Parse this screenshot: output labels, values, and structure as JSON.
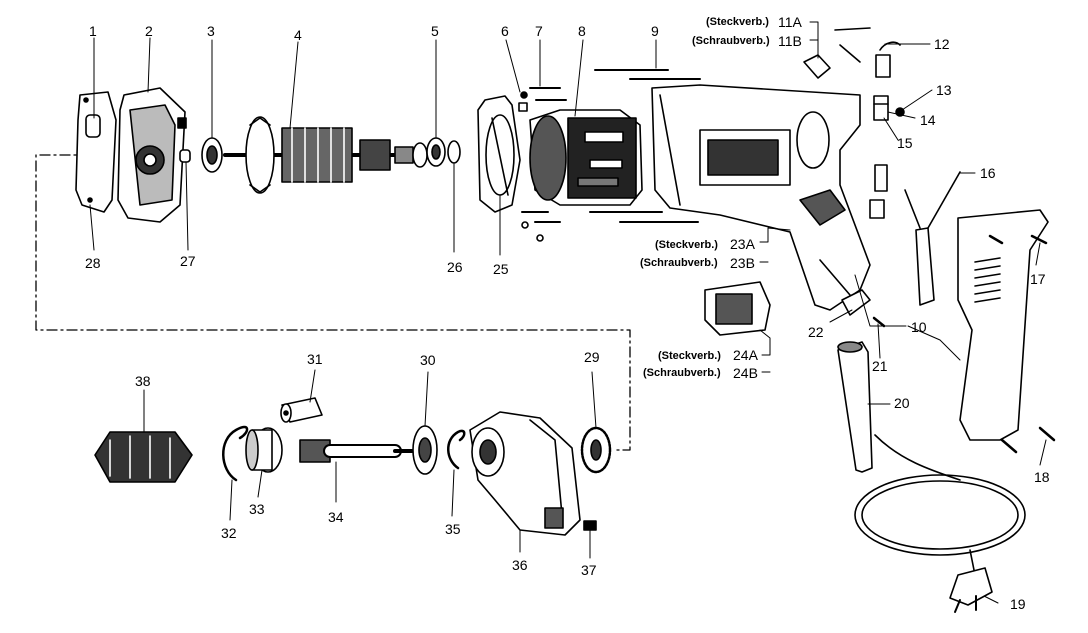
{
  "parts": {
    "p1": "1",
    "p2": "2",
    "p3": "3",
    "p4": "4",
    "p5": "5",
    "p6": "6",
    "p7": "7",
    "p8": "8",
    "p9": "9",
    "p10": "10",
    "p11a": "11A",
    "p11b": "11B",
    "p12": "12",
    "p13": "13",
    "p14": "14",
    "p15": "15",
    "p16": "16",
    "p17": "17",
    "p18": "18",
    "p19": "19",
    "p20": "20",
    "p21": "21",
    "p22": "22",
    "p23a": "23A",
    "p23b": "23B",
    "p24a": "24A",
    "p24b": "24B",
    "p25": "25",
    "p26": "26",
    "p27": "27",
    "p28": "28",
    "p29": "29",
    "p30": "30",
    "p31": "31",
    "p32": "32",
    "p33": "33",
    "p34": "34",
    "p35": "35",
    "p36": "36",
    "p37": "37",
    "p38": "38"
  },
  "variants": {
    "plug": "(Steckverb.)",
    "screw": "(Schraubverb.)"
  },
  "colors": {
    "line": "#000000",
    "fill": "#ffffff",
    "dark": "#222222"
  }
}
